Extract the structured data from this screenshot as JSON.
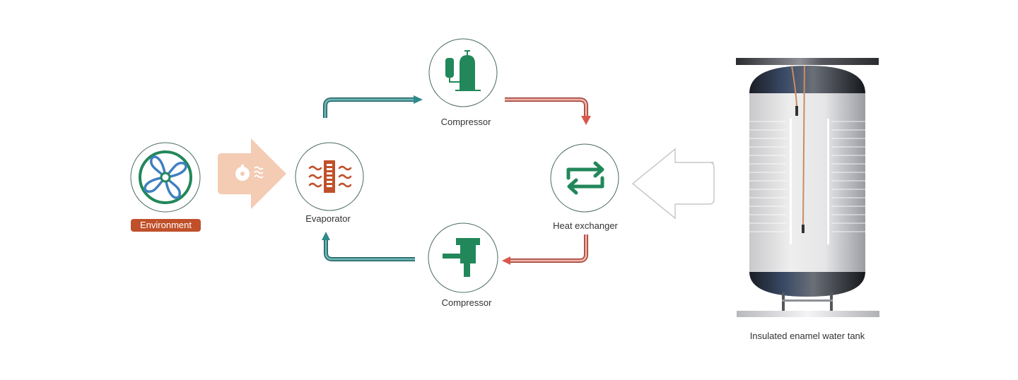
{
  "diagram": {
    "title": "Heat pump water heater refrigeration cycle",
    "nodes": {
      "environment": {
        "label": "Environment",
        "icon": "fan-icon"
      },
      "airflow": {
        "icon": "airflow-arrow-icon",
        "inner_icons": [
          "fan-icon",
          "wind-lines-icon"
        ]
      },
      "evaporator": {
        "label": "Evaporator",
        "icon": "evaporator-coil-icon"
      },
      "compressor_top": {
        "label": "Compressor",
        "icon": "compressor-icon"
      },
      "heat_exchanger": {
        "label": "Heat exchanger",
        "icon": "exchange-arrows-icon"
      },
      "compressor_bottom": {
        "label": "Compressor",
        "icon": "expansion-valve-icon"
      },
      "tank": {
        "label": "Insulated enamel water tank",
        "icon": "water-tank-illustration"
      }
    },
    "edges": [
      {
        "from": "evaporator",
        "to": "compressor_top",
        "color": "teal"
      },
      {
        "from": "compressor_top",
        "to": "heat_exchanger",
        "color": "red"
      },
      {
        "from": "heat_exchanger",
        "to": "compressor_bottom",
        "color": "red"
      },
      {
        "from": "compressor_bottom",
        "to": "evaporator",
        "color": "teal"
      },
      {
        "from": "tank",
        "to": "heat_exchanger",
        "style": "outline-arrow"
      }
    ],
    "colors": {
      "green": "#22875a",
      "blue": "#3f7fc1",
      "orange": "#c0502a",
      "peach": "#f4cbb3",
      "teal": "#2f8a8a",
      "red": "#d9574a",
      "circle_stroke": "#4a6b5a",
      "outline_arrow": "#c8c8c8"
    }
  }
}
